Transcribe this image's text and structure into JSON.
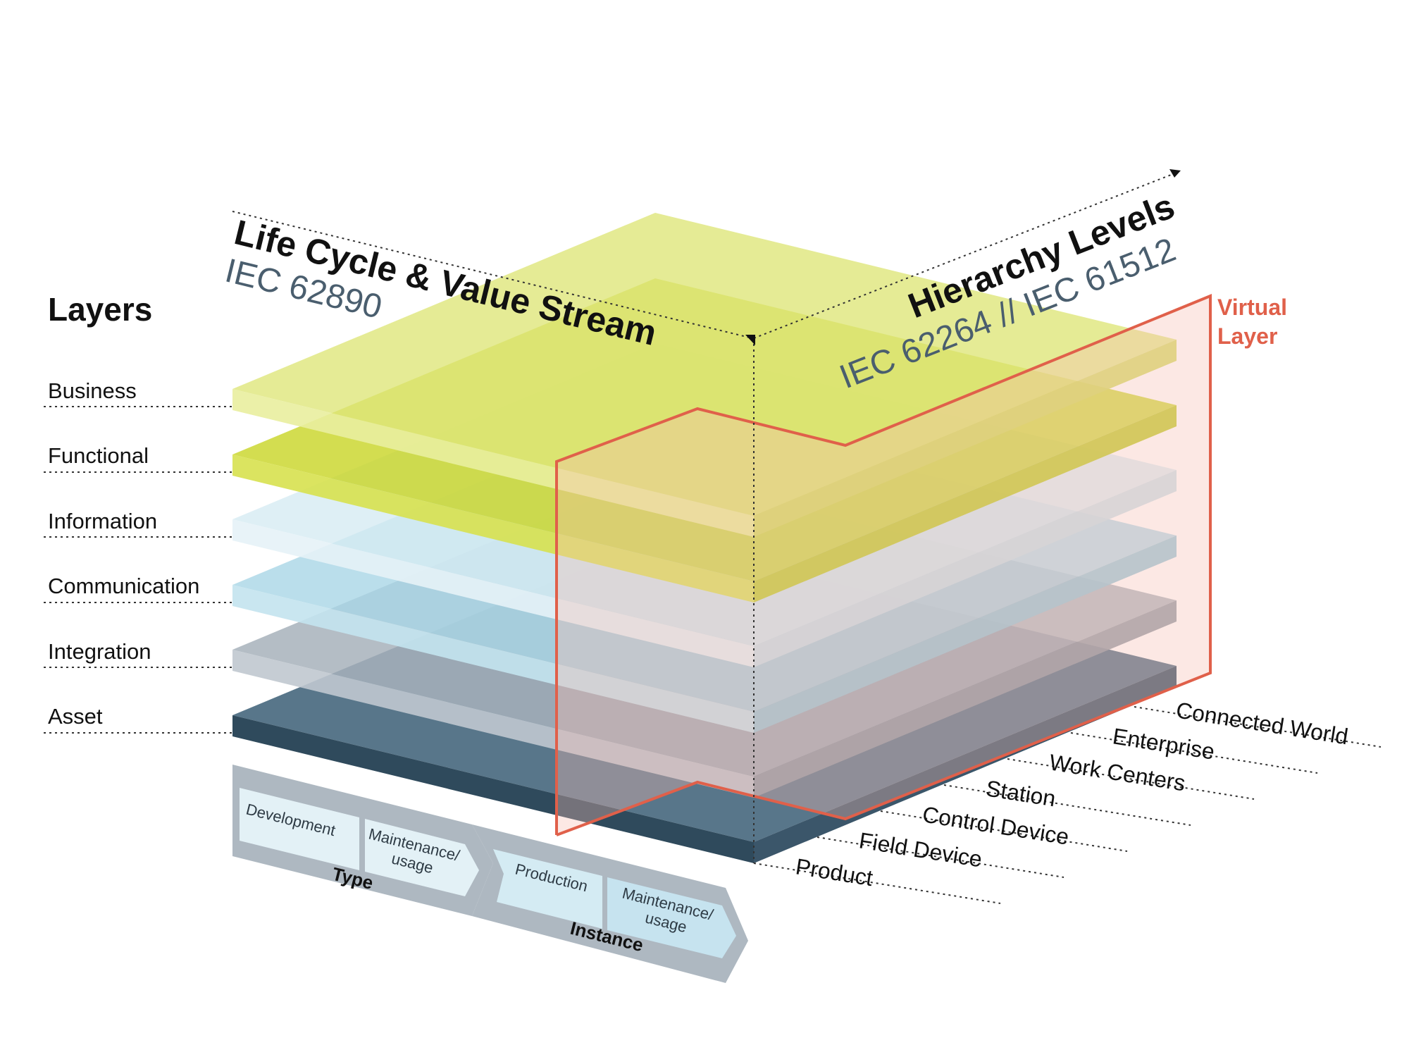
{
  "layers": {
    "heading": "Layers",
    "items": [
      "Business",
      "Functional",
      "Information",
      "Communication",
      "Integration",
      "Asset"
    ]
  },
  "axes": {
    "life_cycle": {
      "title": "Life Cycle & Value Stream",
      "standard": "IEC 62890"
    },
    "hierarchy": {
      "title": "Hierarchy Levels",
      "standard": "IEC 62264 // IEC 61512"
    }
  },
  "virtual_layer": {
    "line1": "Virtual",
    "line2": "Layer"
  },
  "hierarchy_levels": [
    "Connected World",
    "Enterprise",
    "Work Centers",
    "Station",
    "Control Device",
    "Field Device",
    "Product"
  ],
  "life_cycle_bar": {
    "type": {
      "label": "Type",
      "steps": [
        "Development",
        "Maintenance/",
        "usage"
      ]
    },
    "instance": {
      "label": "Instance",
      "steps": [
        "Production",
        "Maintenance/",
        "usage"
      ]
    }
  },
  "colors": {
    "business": "#dfe67a",
    "functional": "#c9d62a",
    "information": "#d6ebf3",
    "communication": "#a9d6e6",
    "integration": "#9aa6b1",
    "asset": "#44637a",
    "virtual_layer": "#e0604a"
  }
}
